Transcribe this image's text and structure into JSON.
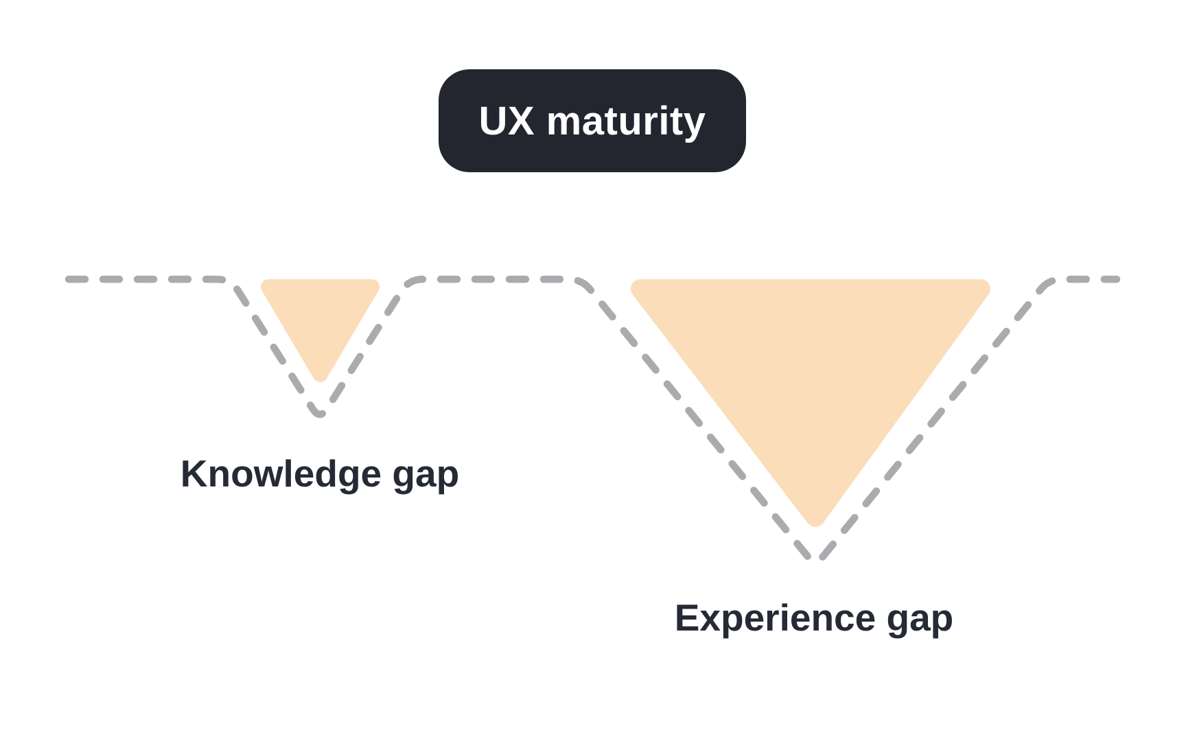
{
  "diagram": {
    "title": "UX maturity",
    "gaps": [
      {
        "id": "knowledge-gap",
        "label": "Knowledge gap",
        "relative_size": "small"
      },
      {
        "id": "experience-gap",
        "label": "Experience gap",
        "relative_size": "large"
      }
    ],
    "colors": {
      "background": "#ffffff",
      "badge_bg": "#23252F",
      "badge_text": "#ffffff",
      "gap_fill": "#FBDDB9",
      "dash_stroke": "#ABABAF",
      "label_text": "#252A35"
    }
  }
}
